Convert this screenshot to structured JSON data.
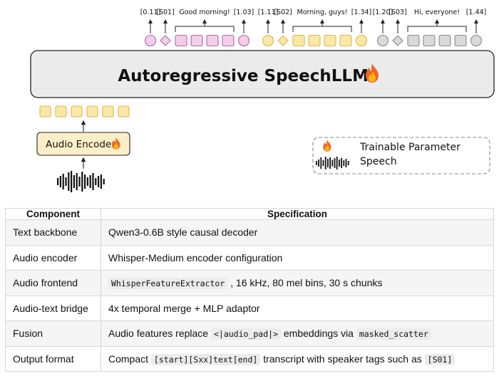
{
  "diagram": {
    "title": "Autoregressive SpeechLLMs",
    "title_icon": "flame-icon",
    "encoder_label": "Audio Encoder",
    "encoder_icon": "flame-icon",
    "labels": [
      {
        "start": "[0.11]",
        "speaker": "[S01]",
        "text": "Good morning!",
        "end": "[1.03]"
      },
      {
        "start": "[1.11]",
        "speaker": "[S02]",
        "text": "Morning, guys!",
        "end": "[1.34]"
      },
      {
        "start": "[1.20]",
        "speaker": "[S03]",
        "text": "Hi, everyone!",
        "end": "[1.44]"
      }
    ],
    "legend": {
      "trainable": "Trainable Parameter",
      "speech": "Speech"
    },
    "colors": {
      "speaker1": "#f3cdea",
      "speaker1_stroke": "#b06aa3",
      "speaker2": "#fbe7a6",
      "speaker2_stroke": "#d9b84f",
      "speaker3": "#d9d9d9",
      "speaker3_stroke": "#8a8a8a",
      "audio_token": "#fbe7a6",
      "audio_token_stroke": "#d9b84f",
      "main_box": "#ebebeb"
    }
  },
  "table": {
    "headers": [
      "Component",
      "Specification"
    ],
    "rows": [
      {
        "component": "Text backbone",
        "spec": [
          {
            "t": "Qwen3-0.6B style causal decoder"
          }
        ]
      },
      {
        "component": "Audio encoder",
        "spec": [
          {
            "t": "Whisper-Medium encoder configuration"
          }
        ]
      },
      {
        "component": "Audio frontend",
        "spec": [
          {
            "code": "WhisperFeatureExtractor"
          },
          {
            "t": " , 16 kHz, 80 mel bins, 30 s chunks"
          }
        ]
      },
      {
        "component": "Audio-text bridge",
        "spec": [
          {
            "t": "4x temporal merge + MLP adaptor"
          }
        ]
      },
      {
        "component": "Fusion",
        "spec": [
          {
            "t": "Audio features replace "
          },
          {
            "code": "<|audio_pad|>"
          },
          {
            "t": " embeddings via "
          },
          {
            "code": "masked_scatter"
          }
        ]
      },
      {
        "component": "Output format",
        "spec": [
          {
            "t": "Compact "
          },
          {
            "code": "[start][Sxx]text[end]"
          },
          {
            "t": " transcript with speaker tags such as "
          },
          {
            "code": "[S01]"
          }
        ]
      }
    ]
  }
}
